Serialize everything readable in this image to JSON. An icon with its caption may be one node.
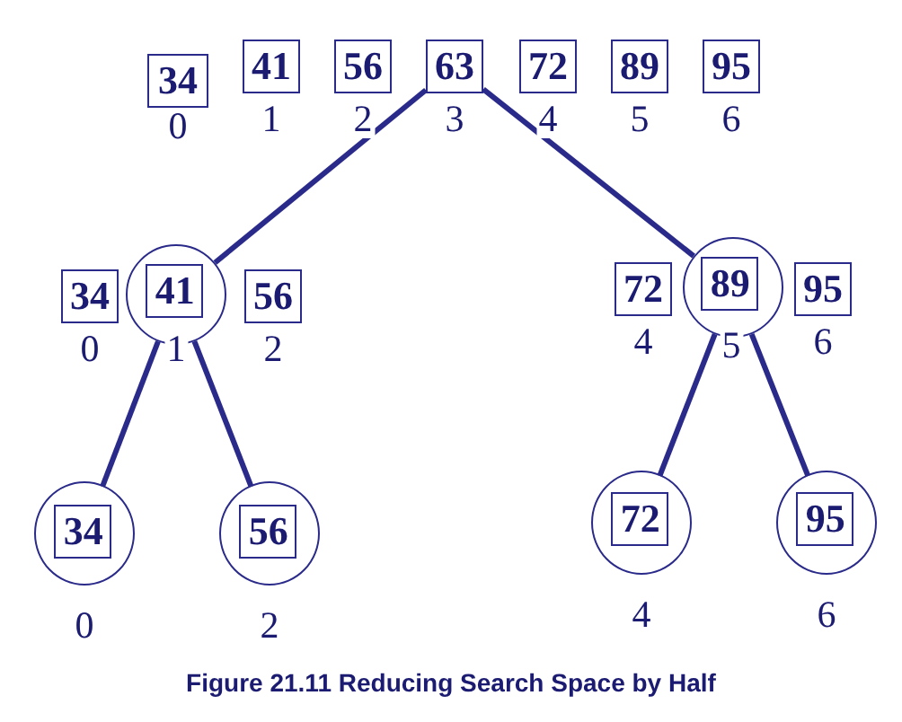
{
  "diagram": {
    "caption": "Figure 21.11 Reducing Search Space by Half",
    "nodes": [
      {
        "text": [
          "34"
        ],
        "beside": [
          "0"
        ]
      },
      {
        "text": [
          "41"
        ],
        "beside": [
          "1"
        ]
      },
      {
        "text": [
          "56"
        ],
        "beside": [
          "2"
        ]
      },
      {
        "text": [
          "63"
        ],
        "beside": [
          "3"
        ]
      },
      {
        "text": [
          "72"
        ],
        "beside": [
          "4"
        ]
      },
      {
        "text": [
          "89"
        ],
        "beside": [
          "5"
        ]
      },
      {
        "text": [
          "95"
        ],
        "beside": [
          "6"
        ]
      },
      {
        "text": [
          "34"
        ],
        "beside": [
          "0"
        ]
      },
      {
        "text": [],
        "shape": "circle"
      },
      {
        "text": [
          "41"
        ],
        "in": 8,
        "beside": [
          "1"
        ]
      },
      {
        "text": [
          "56"
        ],
        "beside": [
          "2"
        ]
      },
      {
        "text": [
          "72"
        ],
        "beside": [
          "4"
        ]
      },
      {
        "text": [],
        "shape": "circle"
      },
      {
        "text": [
          "89"
        ],
        "in": 12,
        "beside": [
          "5"
        ]
      },
      {
        "text": [
          "95"
        ],
        "beside": [
          "6"
        ]
      },
      {
        "text": [],
        "shape": "circle"
      },
      {
        "text": [
          "34"
        ],
        "in": 15,
        "beside": [
          "0"
        ]
      },
      {
        "text": [],
        "shape": "circle"
      },
      {
        "text": [
          "56"
        ],
        "in": 17,
        "beside": [
          "2"
        ]
      },
      {
        "text": [],
        "shape": "circle"
      },
      {
        "text": [
          "72"
        ],
        "in": 19,
        "beside": [
          "4"
        ]
      },
      {
        "text": [],
        "shape": "circle"
      },
      {
        "text": [
          "95"
        ],
        "in": 21,
        "beside": [
          "6"
        ]
      }
    ],
    "edges": [
      {
        "from": 3,
        "to": 8,
        "arrow": "none"
      },
      {
        "from": 3,
        "to": 12,
        "arrow": "none"
      },
      {
        "from": 8,
        "to": 15,
        "arrow": "none"
      },
      {
        "from": 8,
        "to": 17,
        "arrow": "none"
      },
      {
        "from": 12,
        "to": 19,
        "arrow": "none"
      },
      {
        "from": 12,
        "to": 21,
        "arrow": "none"
      }
    ]
  }
}
